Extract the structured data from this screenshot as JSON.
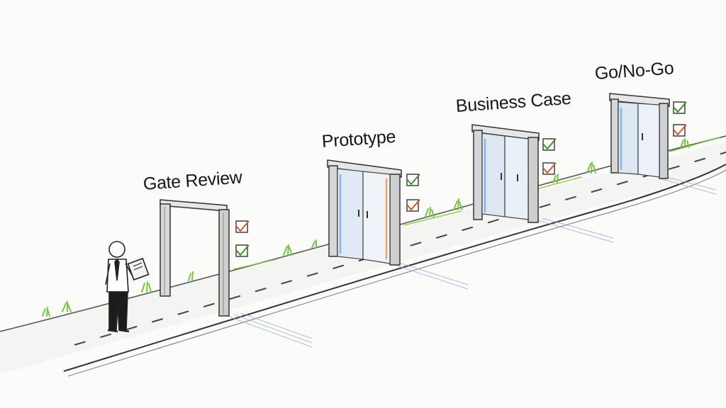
{
  "gates": [
    {
      "label": "Gate Review",
      "checks": [
        "check",
        "check"
      ]
    },
    {
      "label": "Prototype",
      "checks": [
        "check",
        "check"
      ]
    },
    {
      "label": "Business Case",
      "checks": [
        "check",
        "check"
      ]
    },
    {
      "label": "Go/No-Go",
      "checks": [
        "check",
        "check"
      ]
    }
  ],
  "figure": {
    "role": "reviewer",
    "holding": "clipboard"
  },
  "colors": {
    "ink": "#2a2a2a",
    "door_glass": "#bcd3ea",
    "door_accent": "#e8a66a",
    "grass": "#7cc24a",
    "check": "#3f8f2e",
    "check_alt": "#d2552b"
  }
}
